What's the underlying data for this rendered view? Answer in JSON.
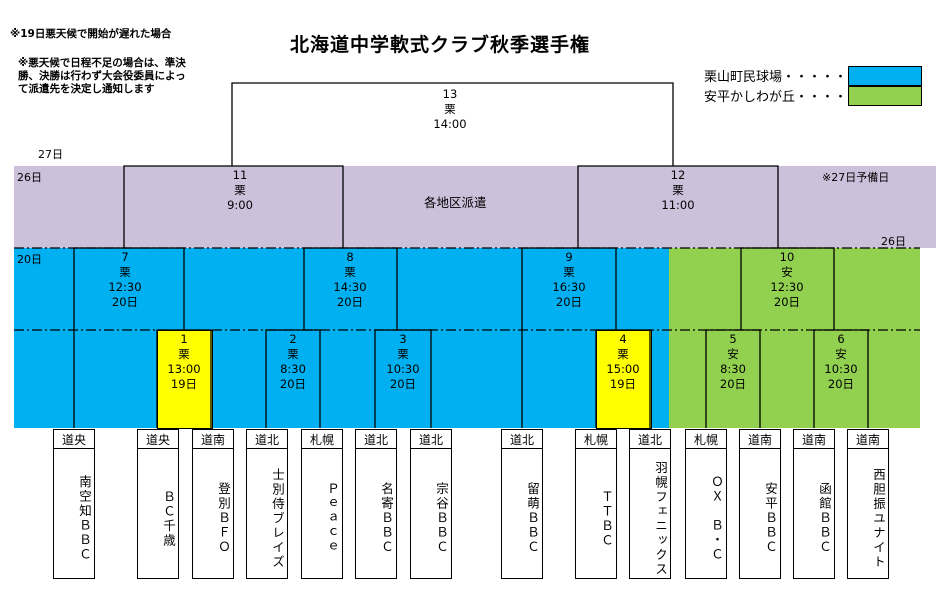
{
  "title": "北海道中学軟式クラブ秋季選手権",
  "notes": {
    "line1": "※19日悪天候で開始が遅れた場合",
    "line2": "※悪天候で日程不足の場合は、準決",
    "line3": "勝、決勝は行わず大会役委員によっ",
    "line4": "て派遣先を決定し通知します"
  },
  "legend": [
    {
      "label": "栗山町民球場・・・・・・",
      "color": "#00b0f0"
    },
    {
      "label": "安平かしわが丘・・・・・",
      "color": "#92d050"
    }
  ],
  "colors": {
    "kuri": "#00b0f0",
    "abira": "#92d050",
    "purple": "#ccc0da",
    "yellow": "#ffff00"
  },
  "dates": {
    "d27": "27日",
    "d26_left": "26日",
    "reserve": "※27日予備日",
    "d20": "20日",
    "d26_right": "26日"
  },
  "haken": "各地区派遣",
  "games": {
    "g13": {
      "num": "13",
      "venue": "栗",
      "time": "14:00"
    },
    "g11": {
      "num": "11",
      "venue": "栗",
      "time": "9:00"
    },
    "g12": {
      "num": "12",
      "venue": "栗",
      "time": "11:00"
    },
    "g7": {
      "num": "7",
      "venue": "栗",
      "time": "12:30",
      "day": "20日"
    },
    "g8": {
      "num": "8",
      "venue": "栗",
      "time": "14:30",
      "day": "20日"
    },
    "g9": {
      "num": "9",
      "venue": "栗",
      "time": "16:30",
      "day": "20日"
    },
    "g10": {
      "num": "10",
      "venue": "安",
      "time": "12:30",
      "day": "20日"
    },
    "g1": {
      "num": "1",
      "venue": "栗",
      "time": "13:00",
      "day": "19日"
    },
    "g2": {
      "num": "2",
      "venue": "栗",
      "time": "8:30",
      "day": "20日"
    },
    "g3": {
      "num": "3",
      "venue": "栗",
      "time": "10:30",
      "day": "20日"
    },
    "g4": {
      "num": "4",
      "venue": "栗",
      "time": "15:00",
      "day": "19日"
    },
    "g5": {
      "num": "5",
      "venue": "安",
      "time": "8:30",
      "day": "20日"
    },
    "g6": {
      "num": "6",
      "venue": "安",
      "time": "10:30",
      "day": "20日"
    }
  },
  "teams": [
    {
      "region": "道央",
      "name": "南空知ＢＢＣ"
    },
    {
      "region": "道央",
      "name": "ＢＣ千歳"
    },
    {
      "region": "道南",
      "name": "登別ＢＦＯ"
    },
    {
      "region": "道北",
      "name": "士別侍ブレイズ"
    },
    {
      "region": "札幌",
      "name": "Ｐｅａｃｅ"
    },
    {
      "region": "道北",
      "name": "名寄ＢＢＣ"
    },
    {
      "region": "道北",
      "name": "宗谷ＢＢＣ"
    },
    {
      "region": "道北",
      "name": "留萌ＢＢＣ"
    },
    {
      "region": "札幌",
      "name": "ＴＴＢＣ"
    },
    {
      "region": "道北",
      "name": "羽幌フェニックス"
    },
    {
      "region": "札幌",
      "name": "ＯＸ　Ｂ・Ｃ"
    },
    {
      "region": "道南",
      "name": "安平ＢＢＣ"
    },
    {
      "region": "道南",
      "name": "函館ＢＢＣ"
    },
    {
      "region": "道南",
      "name": "西胆振ユナイト"
    }
  ]
}
